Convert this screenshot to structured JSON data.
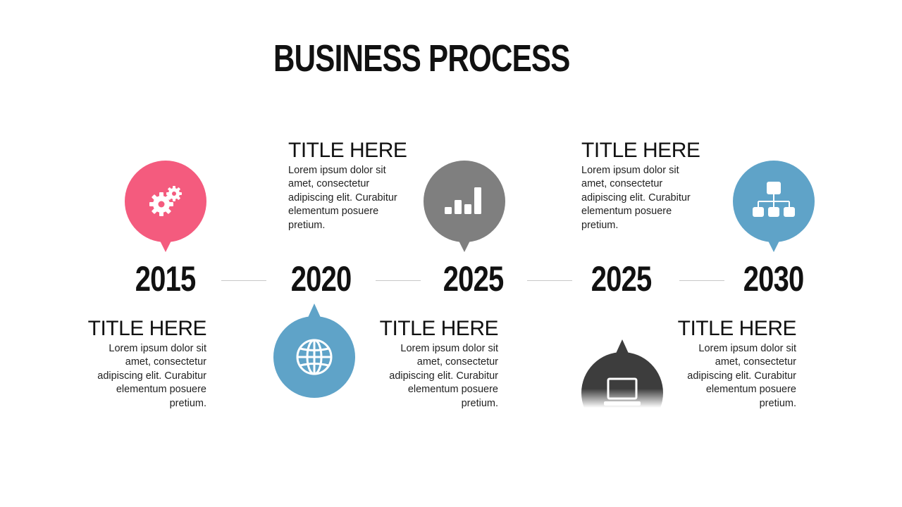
{
  "slide": {
    "title": "BUSINESS PROCESS"
  },
  "colors": {
    "pink": "#f45b7e",
    "gray": "#7f7f7f",
    "blue": "#5fa3c8",
    "dark": "#3d3d3d"
  },
  "years": [
    "2015",
    "2020",
    "2025",
    "2025",
    "2030"
  ],
  "icons": [
    "gears-icon",
    "globe-icon",
    "bar-chart-icon",
    "laptop-icon",
    "org-chart-icon"
  ],
  "blocks": [
    {
      "title": "TITLE HERE",
      "text": "Lorem ipsum dolor sit amet, consectetur adipiscing elit. Curabitur elementum posuere pretium."
    },
    {
      "title": "TITLE HERE",
      "text": "Lorem ipsum dolor sit amet, consectetur adipiscing elit. Curabitur elementum posuere pretium."
    },
    {
      "title": "TITLE HERE",
      "text": "Lorem ipsum dolor sit amet, consectetur adipiscing elit. Curabitur elementum posuere pretium."
    },
    {
      "title": "TITLE HERE",
      "text": "Lorem ipsum dolor sit amet, consectetur adipiscing elit. Curabitur elementum posuere pretium."
    },
    {
      "title": "TITLE HERE",
      "text": "Lorem ipsum dolor sit amet, consectetur adipiscing elit. Curabitur elementum posuere pretium."
    }
  ]
}
